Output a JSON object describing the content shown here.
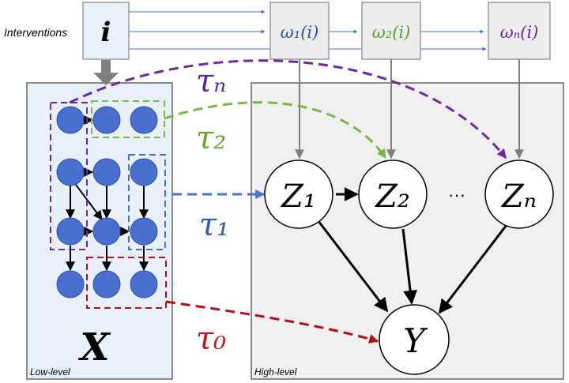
{
  "labels": {
    "interventions": "Interventions",
    "i_symbol": "i",
    "low_level": "Low-level",
    "high_level": "High-level",
    "x_symbol": "X",
    "ellipsis": "···",
    "y_symbol": "Y"
  },
  "omegas": [
    {
      "text": "ω₁(i)",
      "color": "#2e4fa3"
    },
    {
      "text": "ω₂(i)",
      "color": "#5c9e2e"
    },
    {
      "text": "ωₙ(i)",
      "color": "#6a2a9e"
    }
  ],
  "z_nodes": [
    "Z₁",
    "Z₂",
    "Zₙ"
  ],
  "taus": [
    {
      "text": "τₙ",
      "color": "#5b2691"
    },
    {
      "text": "τ₂",
      "color": "#6aa334"
    },
    {
      "text": "τ₁",
      "color": "#2e5eaa"
    },
    {
      "text": "τ₀",
      "color": "#c0141a"
    }
  ],
  "colors": {
    "node_fill": "#4a6fcf",
    "low_panel": "#e8f0fa",
    "high_panel": "#f0f0f0",
    "arrow_gray": "#7f7f7f",
    "line_blue": "#4a72c4"
  }
}
